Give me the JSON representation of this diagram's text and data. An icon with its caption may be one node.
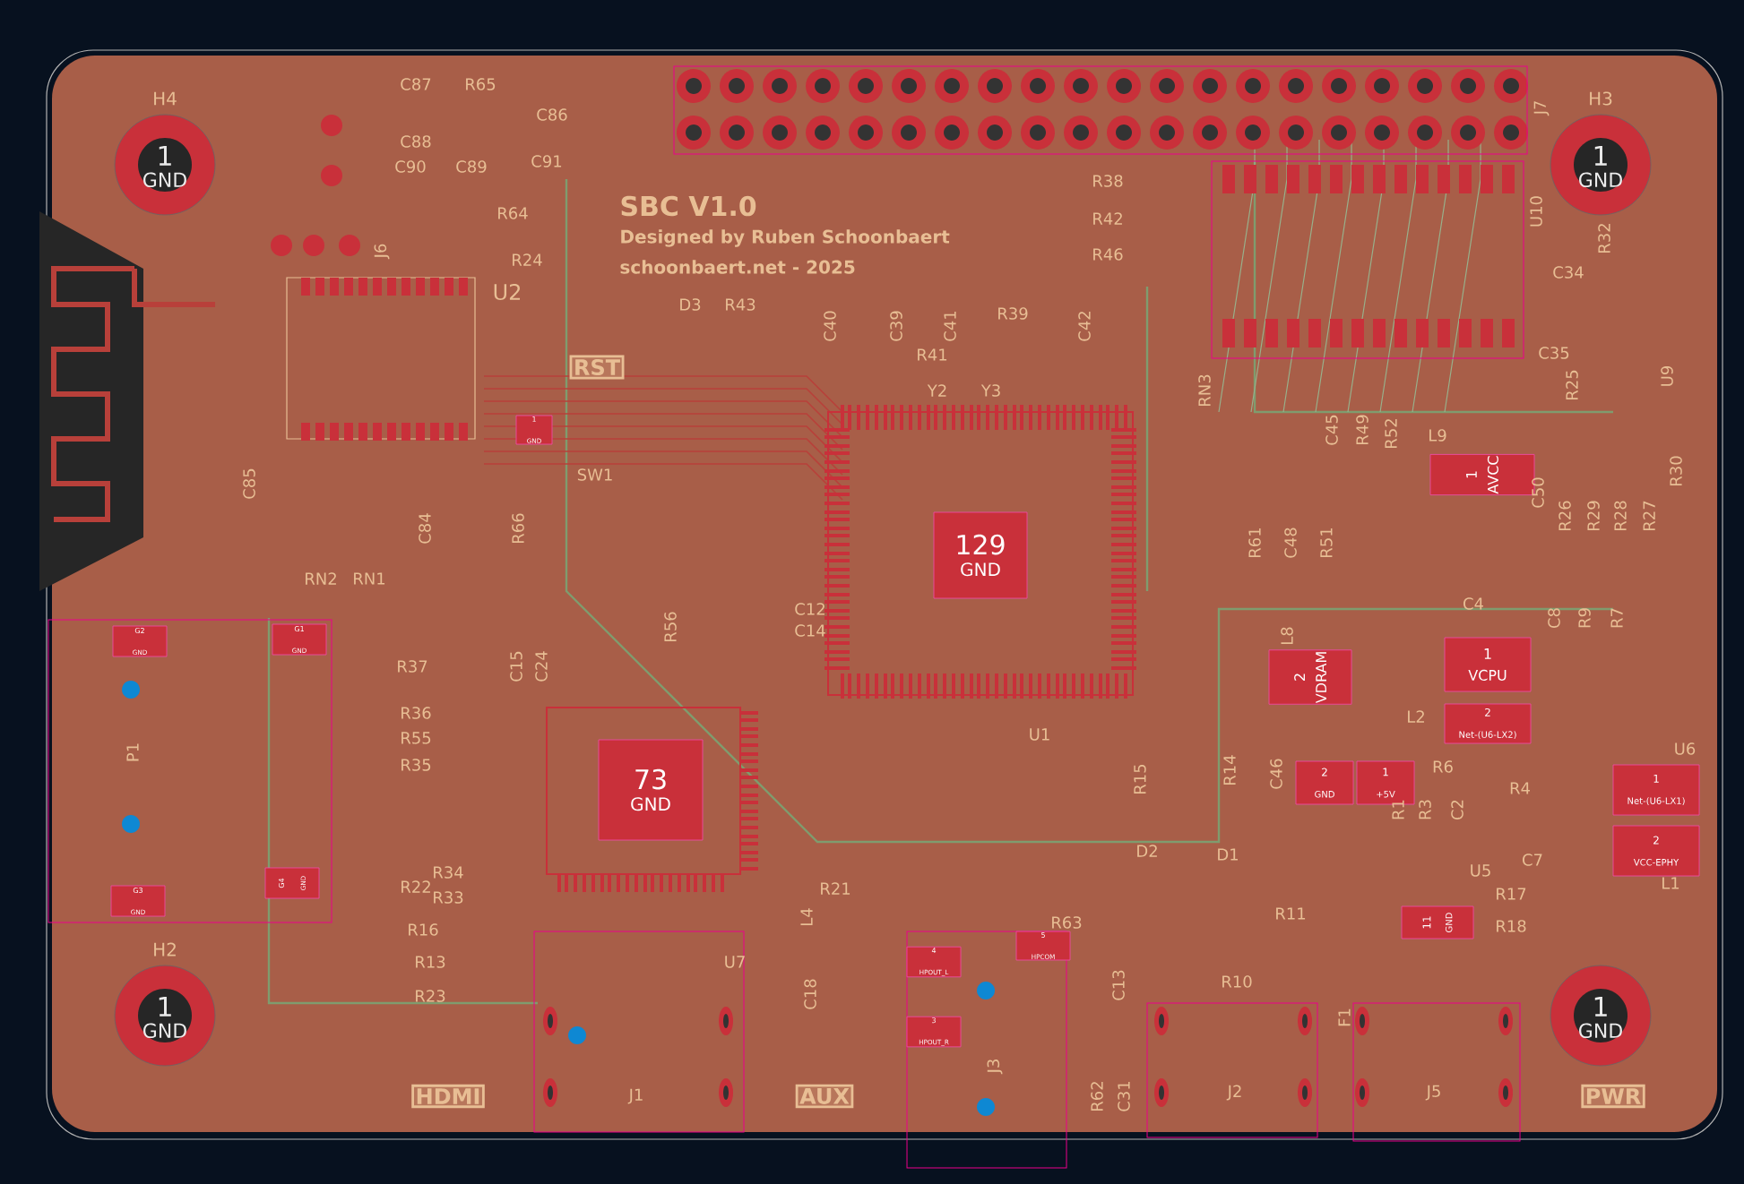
{
  "diagram": {
    "nodes": [
      {
        "text": [
          "1",
          "GND"
        ],
        "beside": [
          "H4"
        ]
      },
      {
        "text": [
          "1",
          "GND"
        ],
        "beside": [
          "H3"
        ]
      },
      {
        "text": [
          "1",
          "GND"
        ],
        "beside": [
          "H2"
        ]
      },
      {
        "text": [
          "1",
          "GND"
        ]
      },
      {
        "text": [
          "G2",
          "GND"
        ]
      },
      {
        "text": [
          "G1",
          "GND"
        ]
      },
      {
        "text": [
          "G3",
          "GND"
        ]
      },
      {
        "text": [
          "G4",
          "GND"
        ]
      },
      {
        "text": [
          "129",
          "GND"
        ]
      },
      {
        "text": [
          "73",
          "GND"
        ]
      },
      {
        "text": [
          "1",
          "AVCC"
        ]
      },
      {
        "text": [
          "2",
          "VDRAM"
        ]
      },
      {
        "text": [
          "1",
          "VCPU"
        ]
      },
      {
        "text": [
          "2",
          "Net-(U6-LX2)"
        ]
      },
      {
        "text": [
          "2",
          "GND"
        ]
      },
      {
        "text": [
          "1",
          "+5V"
        ]
      },
      {
        "text": [
          "11",
          "GND"
        ]
      },
      {
        "text": [
          "1",
          "Net-(U6-LX1)"
        ]
      },
      {
        "text": [
          "2",
          "VCC-EPHY"
        ]
      },
      {
        "text": [
          "4",
          "HPOUT_L"
        ]
      },
      {
        "text": [
          "5",
          "HPCOM"
        ]
      },
      {
        "text": [
          "3",
          "HPOUT_R"
        ]
      },
      {
        "text": [
          "1",
          "GND"
        ]
      }
    ],
    "labels": [
      "C87",
      "R65",
      "C86",
      "C88",
      "C90",
      "C89",
      "C91",
      "R64",
      "J6",
      "R24",
      "U2",
      "RST",
      "SW1",
      "C85",
      "C84",
      "R66",
      "RN2",
      "RN1",
      "SBC V1.0",
      "Designed by Ruben Schoonbaert",
      "schoonbaert.net - 2025",
      "D3",
      "R43",
      "C40",
      "C39",
      "C41",
      "R39",
      "C42",
      "R41",
      "Y2",
      "Y3",
      "R38",
      "R42",
      "R46",
      "U10",
      "J7",
      "C34",
      "R32",
      "C35",
      "R25",
      "U9",
      "RN3",
      "C45",
      "R49",
      "R52",
      "L9",
      "C50",
      "R26",
      "R29",
      "R28",
      "R27",
      "R30",
      "R61",
      "C48",
      "R51",
      "P1",
      "R37",
      "C15",
      "C24",
      "R36",
      "R55",
      "R35",
      "R34",
      "R33",
      "R22",
      "R16",
      "R13",
      "R23",
      "HDMI",
      "R56",
      "C12",
      "C14",
      "R21",
      "L4",
      "U7",
      "C18",
      "J1",
      "U1",
      "R15",
      "D2",
      "R63",
      "C13",
      "J3",
      "R62",
      "C31",
      "AUX",
      "C4",
      "C8",
      "R9",
      "R7",
      "L8",
      "L2",
      "R14",
      "C46",
      "R6",
      "R1",
      "R3",
      "C2",
      "R4",
      "U6",
      "D1",
      "C7",
      "U5",
      "R17",
      "R18",
      "L1",
      "R11",
      "R10",
      "F1",
      "J2",
      "J5",
      "PWR"
    ]
  }
}
